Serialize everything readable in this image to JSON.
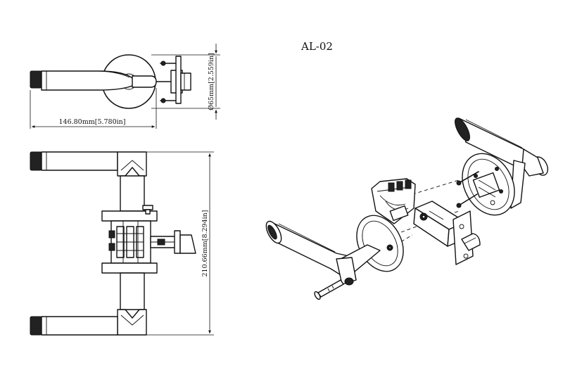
{
  "model": "AL-02",
  "dims": {
    "width": "146.80mm[5.780in]",
    "height": "210.66mm[8.294in]",
    "rose_diameter": "Ø65mm[2.559in]"
  },
  "parts": [
    "lever-handle",
    "rose",
    "latch",
    "mounting-screw",
    "spindle-chassis"
  ]
}
